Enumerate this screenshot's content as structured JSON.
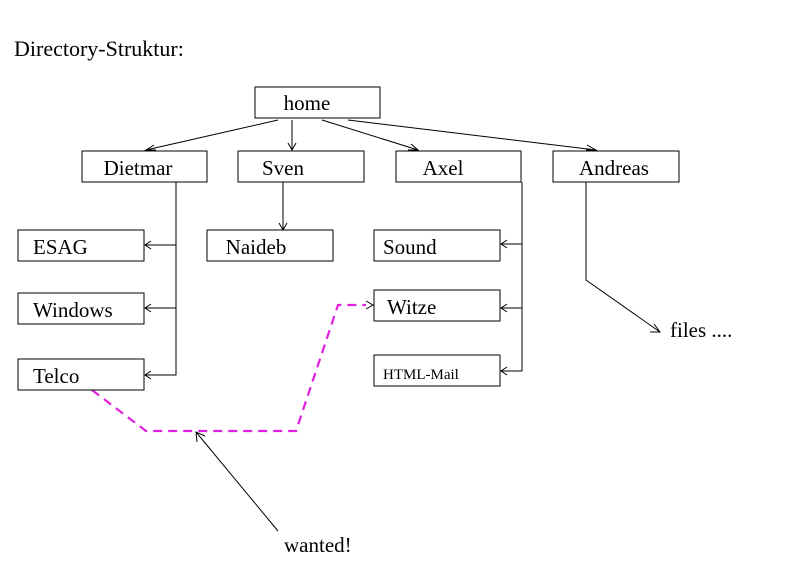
{
  "title": "Directory-Struktur:",
  "nodes": {
    "home": "home",
    "dietmar": "Dietmar",
    "sven": "Sven",
    "axel": "Axel",
    "andreas": "Andreas",
    "esag": "ESAG",
    "windows": "Windows",
    "telco": "Telco",
    "naideb": "Naideb",
    "sound": "Sound",
    "witze": "Witze",
    "html_mail": "HTML-Mail"
  },
  "annotations": {
    "files": "files ....",
    "wanted": "wanted!"
  },
  "colors": {
    "line": "#000000",
    "highlight_path": "#e020e0",
    "background": "#ffffff"
  }
}
